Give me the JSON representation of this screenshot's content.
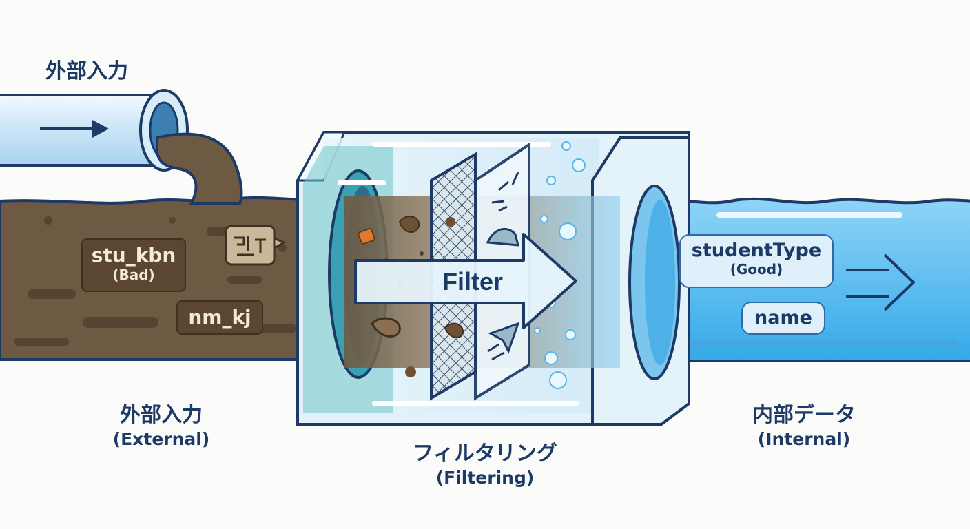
{
  "title_top": "外部入力",
  "labels": {
    "external": {
      "main": "外部入力",
      "sub": "(External)"
    },
    "filtering": {
      "main": "フィルタリング",
      "sub": "(Filtering)"
    },
    "internal": {
      "main": "内部データ",
      "sub": "(Internal)"
    }
  },
  "arrow_label": "Filter",
  "bad_tags": [
    {
      "name": "stu_kbn",
      "note": "(Bad)"
    },
    {
      "name": "nm_kj",
      "note": ""
    }
  ],
  "good_tags": [
    {
      "name": "studentType",
      "note": "(Good)"
    },
    {
      "name": "name",
      "note": ""
    }
  ],
  "colors": {
    "outline": "#1d3a66",
    "dirty_water": "#6e5a43",
    "clean_water": "#45b4ec",
    "filter_tint": "#dbeef8",
    "pipe": "#cfe6f6"
  }
}
